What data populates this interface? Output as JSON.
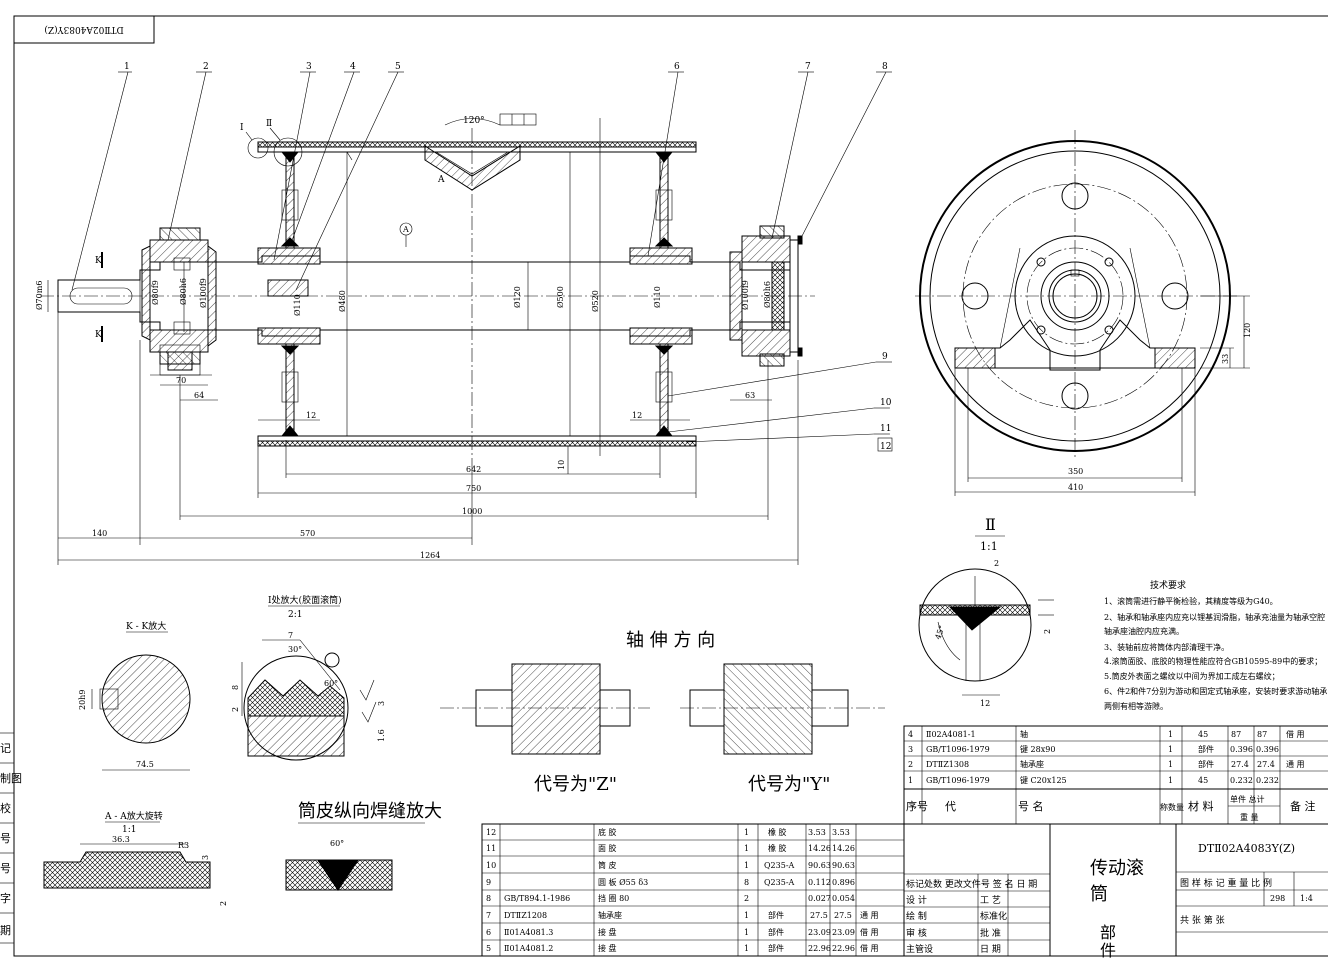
{
  "frame_code": "DTⅡ02A4083Y(Z)",
  "balloons": [
    "1",
    "2",
    "3",
    "4",
    "5",
    "6",
    "7",
    "8",
    "9",
    "10",
    "11",
    "12"
  ],
  "section_marks": {
    "I": "I",
    "II": "Ⅱ",
    "A": "A",
    "K": "K"
  },
  "angle_120": "120°",
  "dims_main": {
    "d70": "Ø70m6",
    "d80f9": "Ø80f9",
    "d80h6": "Ø80h6",
    "d100f9": "Ø100f9",
    "d110a": "Ø110",
    "d480": "Ø480",
    "d120": "Ø120",
    "d500": "Ø500",
    "d520": "Ø520",
    "d110b": "Ø110",
    "d100f9b": "Ø100f9",
    "d80h6b": "Ø80h6",
    "l70": "70",
    "l64": "64",
    "l12a": "12",
    "l12b": "12",
    "l63": "63",
    "l10": "10",
    "l642": "642",
    "l750": "750",
    "l1000": "1000",
    "l570": "570",
    "l140": "140",
    "l1264": "1264"
  },
  "side_view_dims": {
    "l120": "120",
    "l33": "33",
    "l350": "350",
    "l410": "410"
  },
  "detail_II": {
    "title": "Ⅱ",
    "scale": "1:1",
    "d2": "2",
    "a45": "45°",
    "d12": "12",
    "d2b": "2"
  },
  "detail_I": {
    "title": "I处放大(胶面滚筒)",
    "scale": "2:1",
    "d7": "7",
    "a30": "30°",
    "a60": "60°",
    "d8": "8",
    "d2": "2",
    "d1_6": "1.6",
    "d3": "3"
  },
  "detail_K": {
    "title": "K - K放大",
    "d20": "20h9",
    "d74": "74.5"
  },
  "detail_A": {
    "title": "A - A放大旋转",
    "scale": "1:1",
    "d36": "36.3",
    "r3": "R3",
    "d3": "3",
    "d2": "2"
  },
  "weld": {
    "title": "筒皮纵向焊缝放大",
    "angle": "60°"
  },
  "direction": {
    "title": "轴 伸 方 向",
    "z": "代号为\"Z\"",
    "y": "代号为\"Y\""
  },
  "tech": {
    "title": "技术要求",
    "lines": [
      "1、滚筒需进行静平衡检验，其精度等级为G40。",
      "2、轴承和轴承座内应充以锂基润滑脂，轴承充油量为轴承空腔",
      "   轴承座油腔内应充满。",
      "3、装轴前应将筒体内部清理干净。",
      "4.滚筒面胶、底胶的物理性能应符合GB10595-89中的要求；",
      "5.筒皮外表面之螺纹以中间为界加工成左右螺纹；",
      "6、件2和件7分别为游动和固定式轴承座，安装时要求游动轴承",
      "   两侧有相等游隙。"
    ]
  },
  "bom_upper": [
    {
      "no": "4",
      "code": "Ⅱ02A4081-1",
      "name": "轴",
      "qty": "1",
      "mat": "45",
      "w1": "87",
      "w2": "87",
      "note": "借 用"
    },
    {
      "no": "3",
      "code": "GB/T1096-1979",
      "name": "键 28x90",
      "qty": "1",
      "mat": "部件",
      "w1": "0.396",
      "w2": "0.396",
      "note": ""
    },
    {
      "no": "2",
      "code": "DTⅡZ1308",
      "name": "轴承座",
      "qty": "1",
      "mat": "部件",
      "w1": "27.4",
      "w2": "27.4",
      "note": "通 用"
    },
    {
      "no": "1",
      "code": "GB/T1096-1979",
      "name": "键 C20x125",
      "qty": "1",
      "mat": "45",
      "w1": "0.232",
      "w2": "0.232",
      "note": ""
    }
  ],
  "bom_header": {
    "no": "序号",
    "code": "代",
    "name": "号    名",
    "qty": "称数量",
    "mat": "材  料",
    "w": "单件 总计",
    "wt": "重  量",
    "note": "备  注"
  },
  "bom_lower": [
    {
      "no": "12",
      "code": "",
      "name": "底 胶",
      "qty": "1",
      "mat": "橡 胶",
      "w1": "3.53",
      "w2": "3.53",
      "note": ""
    },
    {
      "no": "11",
      "code": "",
      "name": "面 胶",
      "qty": "1",
      "mat": "橡 胶",
      "w1": "14.26",
      "w2": "14.26",
      "note": ""
    },
    {
      "no": "10",
      "code": "",
      "name": "筒 皮",
      "qty": "1",
      "mat": "Q235-A",
      "w1": "90.63",
      "w2": "90.63",
      "note": ""
    },
    {
      "no": "9",
      "code": "",
      "name": "圆 板 Ø55 δ3",
      "qty": "8",
      "mat": "Q235-A",
      "w1": "0.112",
      "w2": "0.896",
      "note": ""
    },
    {
      "no": "8",
      "code": "GB/T894.1-1986",
      "name": "挡 圈 80",
      "qty": "2",
      "mat": "",
      "w1": "0.027",
      "w2": "0.054",
      "note": ""
    },
    {
      "no": "7",
      "code": "DTⅡZ1208",
      "name": "轴承座",
      "qty": "1",
      "mat": "部件",
      "w1": "27.5",
      "w2": "27.5",
      "note": "通 用"
    },
    {
      "no": "6",
      "code": "Ⅱ01A4081.3",
      "name": "接 盘",
      "qty": "1",
      "mat": "部件",
      "w1": "23.09",
      "w2": "23.09",
      "note": "借 用"
    },
    {
      "no": "5",
      "code": "Ⅱ01A4081.2",
      "name": "接 盘",
      "qty": "1",
      "mat": "部件",
      "w1": "22.96",
      "w2": "22.96",
      "note": "借 用"
    }
  ],
  "title_block": {
    "name1": "传动滚",
    "name2": "筒",
    "sub1": "部",
    "sub2": "件",
    "drawing_no": "DTⅡ02A4083Y(Z)",
    "cols": "图 样 标 记 重 量 比 例",
    "weight": "298",
    "scale": "1:4",
    "sheets": "共        张 第        张",
    "revision": "标记处数 更改文件号 签  名 日  期",
    "sign_rows": [
      [
        "设 计",
        "工 艺"
      ],
      [
        "绘 制",
        "标准化"
      ],
      [
        "审 核",
        "批 准"
      ],
      [
        "主管设",
        "日 期"
      ]
    ]
  },
  "left_strip": [
    "记",
    "制图",
    "校",
    "号",
    "号",
    "字",
    "期"
  ]
}
